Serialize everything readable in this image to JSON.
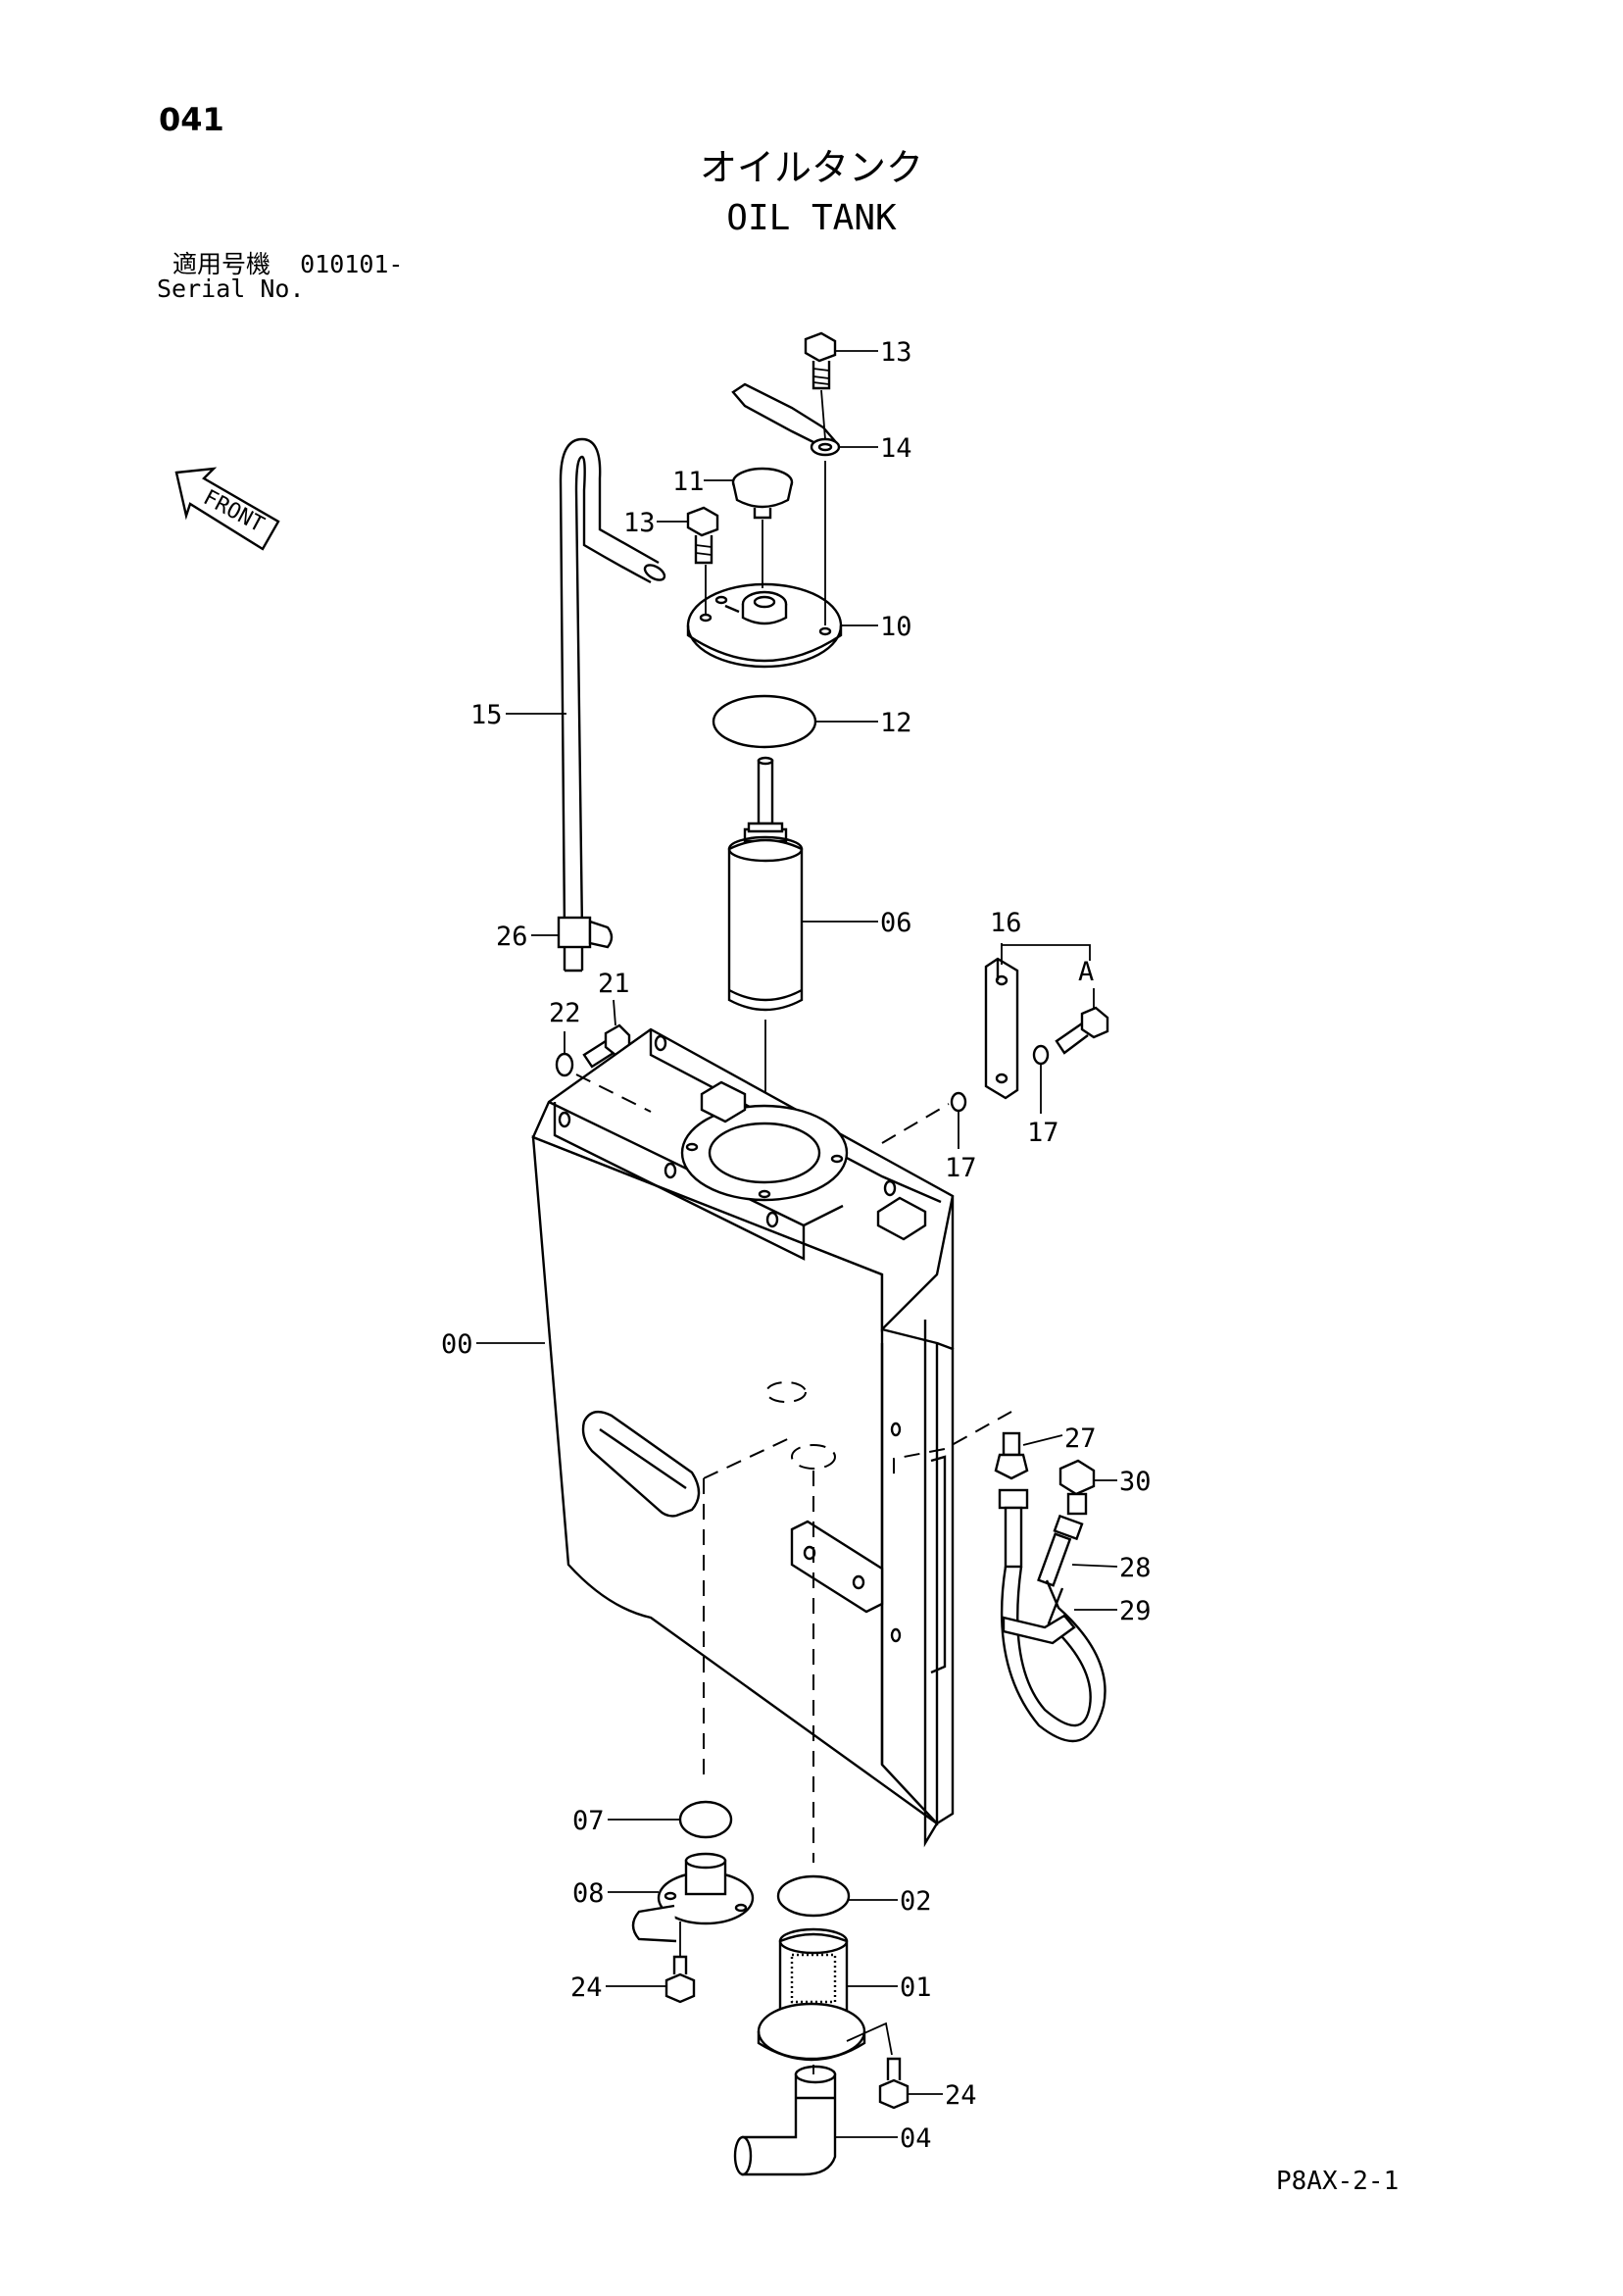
{
  "header": {
    "page_number": "041",
    "title_jp": "オイルタンク",
    "title_en": "OIL TANK",
    "serial_label_jp": "適用号機",
    "serial_value": "010101-",
    "serial_label_en": "Serial No."
  },
  "front_label": "FRONT",
  "parts": {
    "p00": "00",
    "p01": "01",
    "p02": "02",
    "p04": "04",
    "p06": "06",
    "p07": "07",
    "p08": "08",
    "p10": "10",
    "p11": "11",
    "p12": "12",
    "p13a": "13",
    "p13b": "13",
    "p14": "14",
    "p15": "15",
    "p16": "16",
    "p17a": "17",
    "p17b": "17",
    "p21": "21",
    "p22": "22",
    "p24a": "24",
    "p24b": "24",
    "p26": "26",
    "p27": "27",
    "p28": "28",
    "p29": "29",
    "p30": "30",
    "pA": "A"
  },
  "footer": {
    "code": "P8AX-2-1"
  }
}
